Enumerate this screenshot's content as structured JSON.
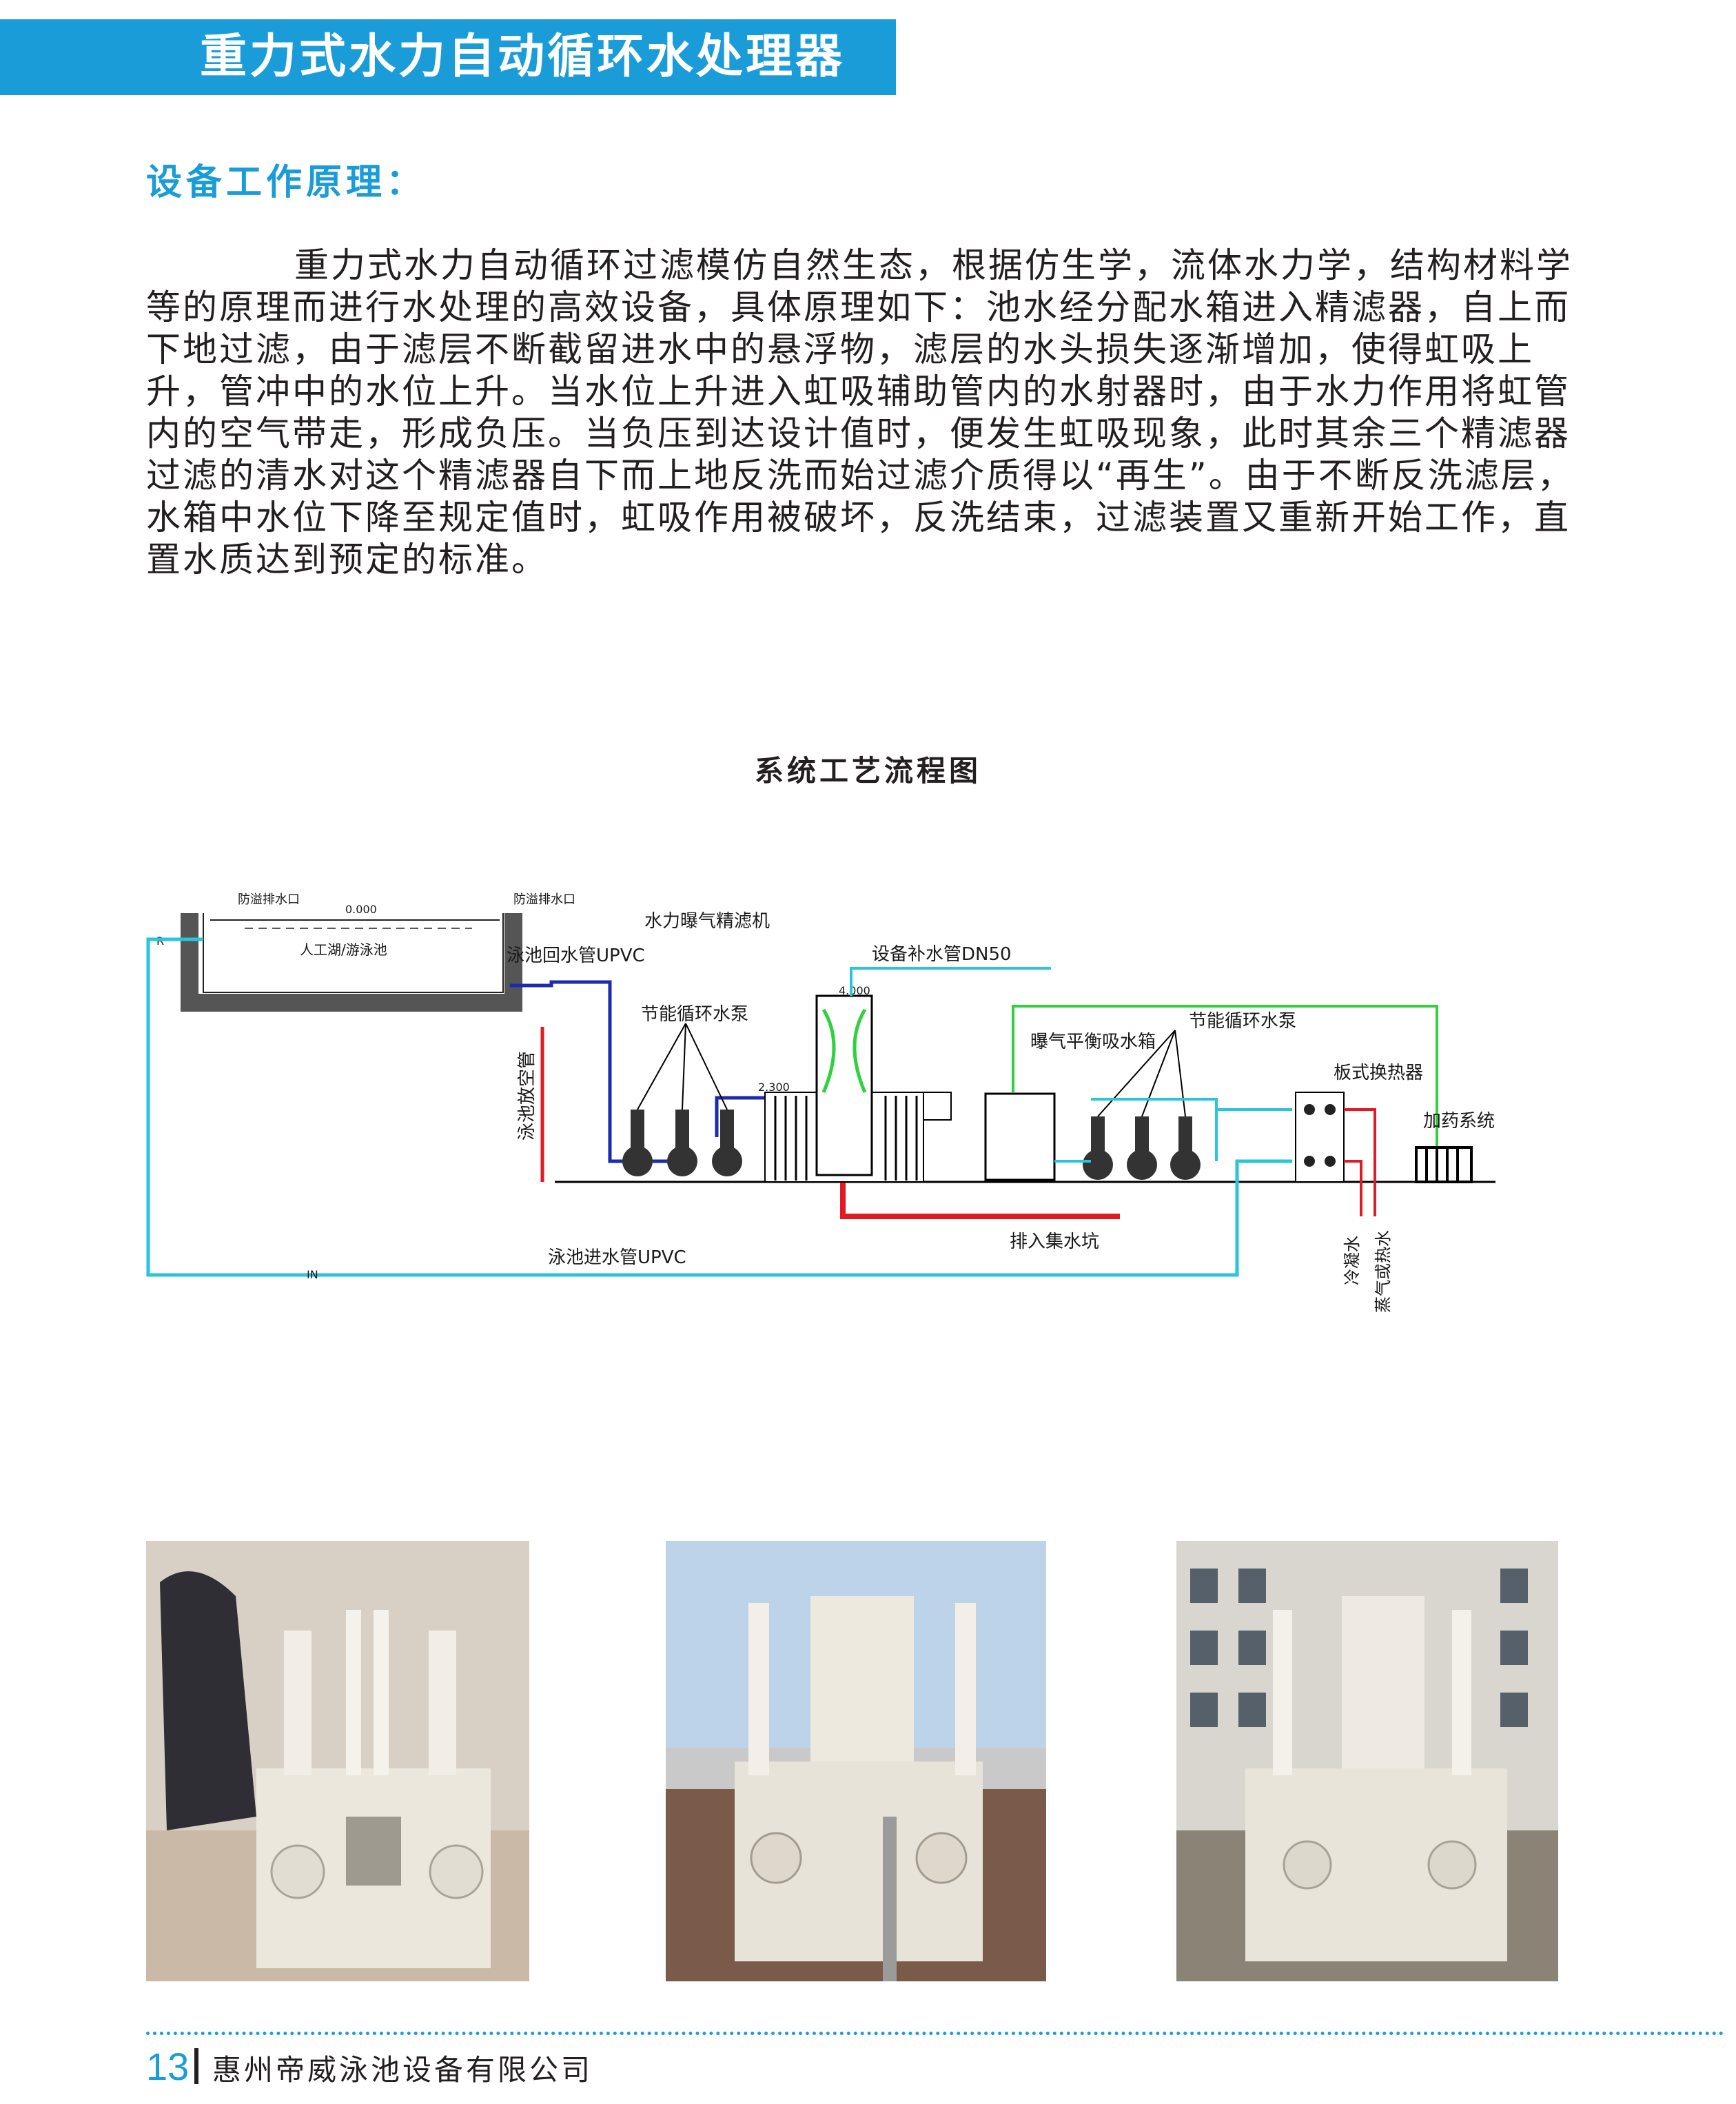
{
  "header": {
    "title": "重力式水力自动循环水处理器"
  },
  "section": {
    "heading": "设备工作原理："
  },
  "body": {
    "paragraph": "重力式水力自动循环过滤模仿自然生态，根据仿生学，流体水力学，结构材料学等的原理而进行水处理的高效设备，具体原理如下：池水经分配水箱进入精滤器，自上而下地过滤，由于滤层不断截留进水中的悬浮物，滤层的水头损失逐渐增加，使得虹吸上升，管冲中的水位上升。当水位上升进入虹吸辅助管内的水射器时，由于水力作用将虹管内的空气带走，形成负压。当负压到达设计值时，便发生虹吸现象，此时其余三个精滤器过滤的清水对这个精滤器自下而上地反洗而始过滤介质得以“再生”。由于不断反洗滤层，水箱中水位下降至规定值时，虹吸作用被破坏，反洗结束，过滤装置又重新开始工作，直置水质达到预定的标准。"
  },
  "figure": {
    "title": "系统工艺流程图",
    "labels": {
      "overflow_left": "防溢排水口",
      "overflow_right": "防溢排水口",
      "level": "0.000",
      "pool": "人工湖/游泳池",
      "return_pipe": "泳池回水管UPVC",
      "drain_pipe": "泳池放空管",
      "filter_machine": "水力曝气精滤机",
      "filter_level": "4.000",
      "makeup_pipe": "设备补水管DN50",
      "pump_left": "节能循环水泵",
      "pump_right": "节能循环水泵",
      "balance_tank": "曝气平衡吸水箱",
      "heat_exchanger": "板式换热器",
      "dosing": "加药系统",
      "elev": "2.300",
      "sump": "排入集水坑",
      "inlet_pipe": "泳池进水管UPVC",
      "in_mark": "IN",
      "r_mark": "R",
      "condensate": "冷凝水",
      "steam": "蒸气或热水"
    },
    "colors": {
      "cyan_pipe": "#27c6dc",
      "blue_pipe": "#1b2bb0",
      "red_pipe": "#e01b24",
      "green_pipe": "#2fd23c"
    }
  },
  "photos": [
    {
      "name": "filter-photo-1"
    },
    {
      "name": "filter-photo-2"
    },
    {
      "name": "filter-photo-3"
    }
  ],
  "footer": {
    "page_number": "13",
    "company": "惠州帝威泳池设备有限公司",
    "accent": "#1a9cd8"
  }
}
